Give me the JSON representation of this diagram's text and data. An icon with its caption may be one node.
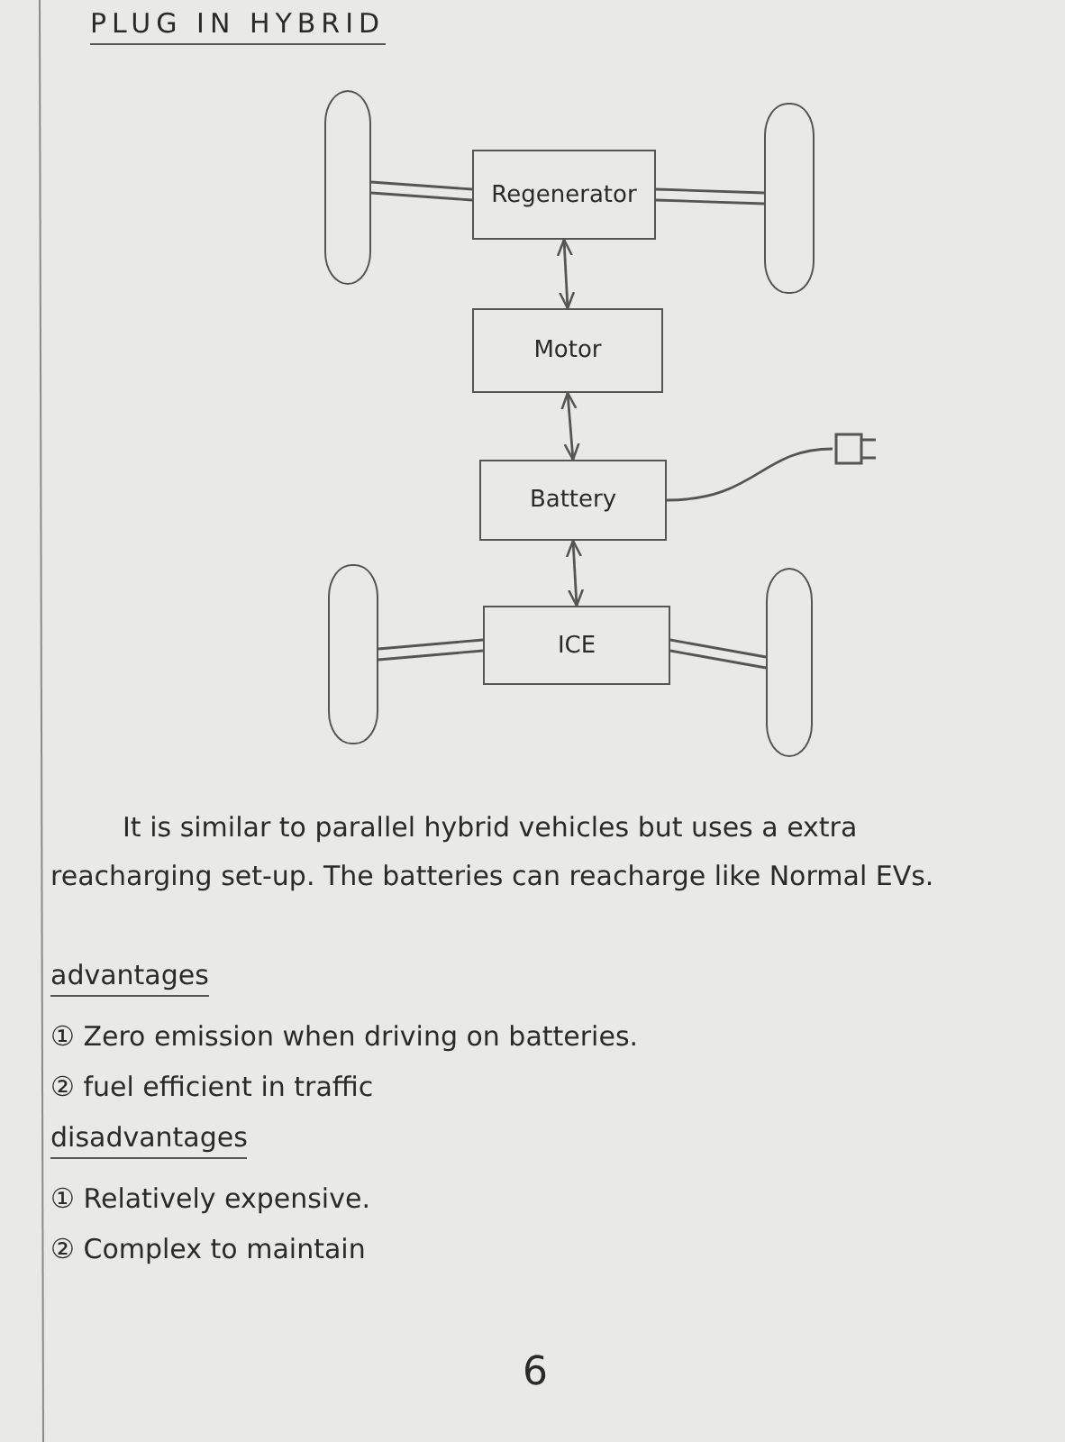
{
  "diagram": {
    "title": "PLUG IN HYBRID",
    "nodes": [
      {
        "text": [],
        "shape": "wheel"
      },
      {
        "text": [
          "Regenerator"
        ]
      },
      {
        "text": [],
        "shape": "wheel"
      },
      {
        "text": [
          "Motor"
        ]
      },
      {
        "text": [
          "Battery"
        ]
      },
      {
        "text": [],
        "shape": "plug"
      },
      {
        "text": [],
        "shape": "wheel"
      },
      {
        "text": [
          "ICE"
        ]
      },
      {
        "text": [],
        "shape": "wheel"
      }
    ],
    "edges": [
      {
        "from": 0,
        "to": 1,
        "arrow": "none"
      },
      {
        "from": 1,
        "to": 2,
        "arrow": "none"
      },
      {
        "from": 1,
        "to": 3,
        "arrow": "both"
      },
      {
        "from": 3,
        "to": 4,
        "arrow": "both"
      },
      {
        "from": 4,
        "to": 5,
        "arrow": "none"
      },
      {
        "from": 4,
        "to": 7,
        "arrow": "both"
      },
      {
        "from": 6,
        "to": 7,
        "arrow": "none"
      },
      {
        "from": 7,
        "to": 8,
        "arrow": "none"
      }
    ],
    "labels": [
      "It is similar to parallel hybrid vehicles but uses a extra reacharging set-up. The batteries can reacharge like Normal EVs.",
      "advantages",
      "① Zero emission when driving on batteries.",
      "② fuel efficient in traffic",
      "disadvantages",
      "① Relatively expensive.",
      "② Complex to maintain",
      "6"
    ]
  }
}
